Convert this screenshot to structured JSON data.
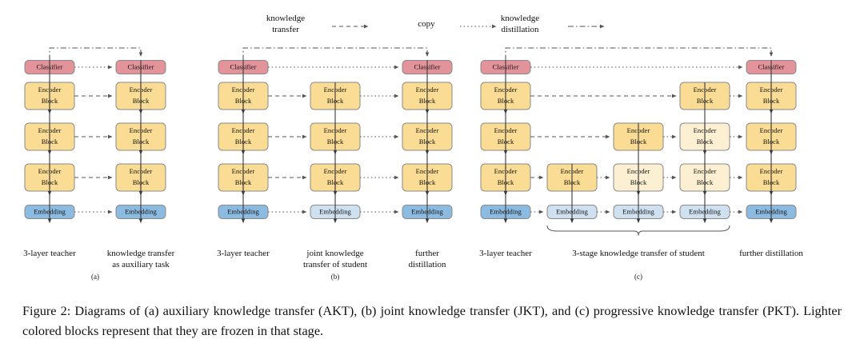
{
  "figure": {
    "caption": "Figure 2: Diagrams of (a) auxiliary knowledge transfer (AKT), (b) joint knowledge transfer (JKT), and (c) progressive knowledge transfer (PKT). Lighter colored blocks represent that they are frozen in that stage."
  },
  "legend": {
    "items": [
      {
        "label_line1": "knowledge",
        "label_line2": "transfer",
        "style": "dashed"
      },
      {
        "label_line1": "copy",
        "label_line2": "",
        "style": "dotted"
      },
      {
        "label_line1": "knowledge",
        "label_line2": "distillation",
        "style": "dashdot"
      }
    ]
  },
  "block_labels": {
    "classifier": "Classifier",
    "encoder_line1": "Encoder",
    "encoder_line2": "Block",
    "embedding": "Embedding"
  },
  "colors": {
    "classifier_fill": "#e3949a",
    "classifier_stroke": "#8a8a8a",
    "encoder_fill": "#fbdc94",
    "encoder_fill_frozen": "#fdf0d2",
    "encoder_stroke": "#8a8a8a",
    "embedding_fill": "#8cbbe2",
    "embedding_fill_frozen": "#cfe0f0",
    "embedding_stroke": "#8a8a8a",
    "arrow": "#555555",
    "background": "#ffffff"
  },
  "panels": [
    {
      "tag": "(a)",
      "sublabels": [
        {
          "lines": [
            "3-layer teacher"
          ]
        },
        {
          "lines": [
            "knowledge transfer",
            "as auxiliary task"
          ]
        }
      ]
    },
    {
      "tag": "(b)",
      "sublabels": [
        {
          "lines": [
            "3-layer teacher"
          ]
        },
        {
          "lines": [
            "joint knowledge",
            "transfer of student"
          ]
        },
        {
          "lines": [
            "further",
            "distillation"
          ]
        }
      ]
    },
    {
      "tag": "(c)",
      "sublabels": [
        {
          "lines": [
            "3-layer teacher"
          ]
        },
        {
          "lines": [
            "3-stage knowledge transfer of student"
          ]
        },
        {
          "lines": [
            "further distillation"
          ]
        }
      ]
    }
  ],
  "diagram": {
    "panel_a": {
      "columns": [
        {
          "name": "teacher",
          "has_classifier": true,
          "classifier_frozen": false,
          "encoders": [
            false,
            false,
            false
          ],
          "has_embedding": true,
          "embedding_frozen": false
        },
        {
          "name": "auxiliary-student",
          "has_classifier": true,
          "classifier_frozen": false,
          "encoders": [
            false,
            false,
            false
          ],
          "has_embedding": true,
          "embedding_frozen": false
        }
      ],
      "links": [
        {
          "from": "teacher",
          "to": "auxiliary-student",
          "level": "encoder3",
          "style": "dashed"
        },
        {
          "from": "teacher",
          "to": "auxiliary-student",
          "level": "encoder2",
          "style": "dashed"
        },
        {
          "from": "teacher",
          "to": "auxiliary-student",
          "level": "encoder1",
          "style": "dashed"
        },
        {
          "from": "teacher",
          "to": "auxiliary-student",
          "level": "embedding",
          "style": "dotted"
        },
        {
          "from": "teacher",
          "to": "auxiliary-student",
          "level": "classifier",
          "style": "dotted"
        },
        {
          "from": "teacher",
          "to": "auxiliary-student",
          "level": "classifier-top",
          "style": "dashdot"
        }
      ]
    },
    "panel_b": {
      "columns": [
        {
          "name": "teacher",
          "has_classifier": true,
          "encoders": [
            false,
            false,
            false
          ],
          "has_embedding": true,
          "embedding_frozen": false
        },
        {
          "name": "joint-student",
          "has_classifier": false,
          "encoders": [
            false,
            false,
            false
          ],
          "has_embedding": true,
          "embedding_frozen": true
        },
        {
          "name": "further-distillation",
          "has_classifier": true,
          "encoders": [
            false,
            false,
            false
          ],
          "has_embedding": true,
          "embedding_frozen": false
        }
      ],
      "links": [
        {
          "from": "teacher",
          "to": "joint-student",
          "style": "dashed"
        },
        {
          "from": "joint-student",
          "to": "further-distillation",
          "style": "dotted"
        },
        {
          "from": "teacher",
          "to": "further-distillation",
          "level": "classifier",
          "style": "dotted"
        },
        {
          "from": "teacher",
          "to": "further-distillation",
          "level": "classifier-top",
          "style": "dashdot"
        }
      ]
    },
    "panel_c": {
      "columns": [
        {
          "name": "teacher",
          "has_classifier": true,
          "encoders": [
            false,
            false,
            false
          ],
          "has_embedding": true,
          "embedding_frozen": false
        },
        {
          "name": "stage-1",
          "has_classifier": false,
          "encoders": [
            false
          ],
          "has_embedding": true,
          "embedding_frozen": true
        },
        {
          "name": "stage-2",
          "has_classifier": false,
          "encoders": [
            true,
            false
          ],
          "has_embedding": true,
          "embedding_frozen": true
        },
        {
          "name": "stage-3",
          "has_classifier": false,
          "encoders": [
            true,
            true,
            false
          ],
          "has_embedding": true,
          "embedding_frozen": true
        },
        {
          "name": "further-distillation",
          "has_classifier": true,
          "encoders": [
            false,
            false,
            false
          ],
          "has_embedding": true,
          "embedding_frozen": false
        }
      ],
      "brace_spans": [
        "stage-1",
        "stage-2",
        "stage-3"
      ],
      "links": [
        {
          "from": "teacher",
          "to": "stage-1",
          "level": "encoder1",
          "style": "dashed"
        },
        {
          "from": "teacher",
          "to": "stage-2",
          "level": "encoder2",
          "style": "dashed"
        },
        {
          "from": "teacher",
          "to": "stage-3",
          "level": "encoder3",
          "style": "dashed"
        },
        {
          "from": "stage-1",
          "to": "stage-2",
          "style": "dotted"
        },
        {
          "from": "stage-2",
          "to": "stage-3",
          "style": "dotted"
        },
        {
          "from": "stage-3",
          "to": "further-distillation",
          "style": "dotted"
        },
        {
          "from": "teacher",
          "to": "further-distillation",
          "level": "classifier",
          "style": "dotted"
        },
        {
          "from": "teacher",
          "to": "further-distillation",
          "level": "classifier-top",
          "style": "dashdot"
        }
      ]
    }
  }
}
